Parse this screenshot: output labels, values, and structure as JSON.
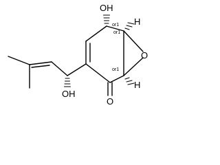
{
  "atoms": {
    "oh_top": "OH",
    "oh_bottom": "OH",
    "h_top": "H",
    "h_bottom": "H",
    "o_epoxide": "O",
    "o_ketone": "O"
  },
  "stereo": {
    "c_oh": "or1",
    "c_epox_top": "or1",
    "c_epox_bottom": "or1"
  }
}
